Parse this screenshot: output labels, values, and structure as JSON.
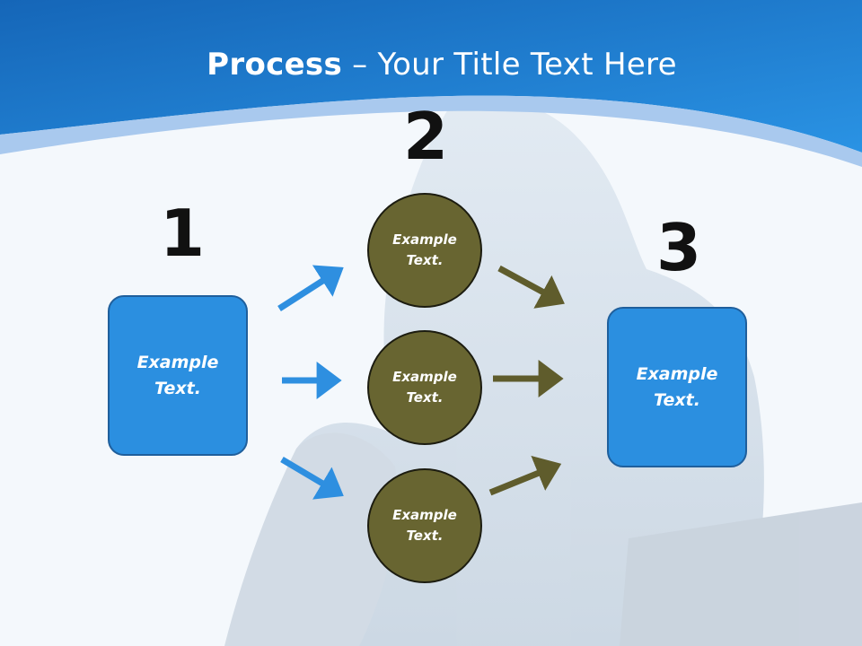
{
  "title": {
    "bold": "Process",
    "rest": " – Your Title Text Here"
  },
  "steps": {
    "one": {
      "number": "1",
      "label": "Example\nText."
    },
    "two": {
      "number": "2",
      "items": [
        {
          "label": "Example\nText."
        },
        {
          "label": "Example\nText."
        },
        {
          "label": "Example\nText."
        }
      ]
    },
    "three": {
      "number": "3",
      "label": "Example\nText."
    }
  },
  "colors": {
    "header_blue": "#1a73c8",
    "box_blue": "#2b8fe0",
    "circle_olive": "#686531",
    "arrow_blue": "#2e8fe0",
    "arrow_olive": "#5f5c2c"
  }
}
